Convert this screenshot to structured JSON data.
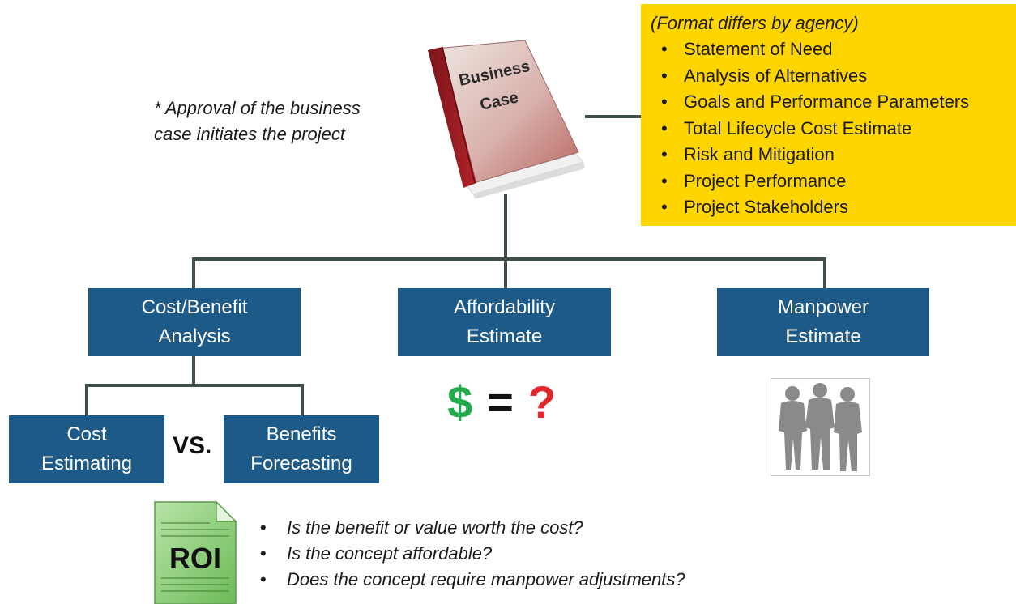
{
  "approval_note": {
    "line1": "* Approval of the business",
    "line2": "case initiates the project"
  },
  "business_case_book": {
    "line1": "Business",
    "line2": "Case"
  },
  "format_box": {
    "title": "(Format differs by agency)",
    "items": [
      "Statement of Need",
      "Analysis of Alternatives",
      "Goals and Performance Parameters",
      "Total Lifecycle Cost Estimate",
      "Risk and Mitigation",
      "Project Performance",
      "Project Stakeholders"
    ]
  },
  "nodes": {
    "cost_benefit": {
      "line1": "Cost/Benefit",
      "line2": "Analysis"
    },
    "affordability": {
      "line1": "Affordability",
      "line2": "Estimate"
    },
    "manpower": {
      "line1": "Manpower",
      "line2": "Estimate"
    },
    "cost_estimating": {
      "line1": "Cost",
      "line2": "Estimating"
    },
    "benefits_forecasting": {
      "line1": "Benefits",
      "line2": "Forecasting"
    }
  },
  "vs_label": "VS.",
  "affordability_equation": {
    "dollar": "$",
    "equals": "=",
    "question": "?"
  },
  "roi_label": "ROI",
  "questions": [
    "Is the benefit or value worth the cost?",
    "Is the concept affordable?",
    "Does the concept require manpower adjustments?"
  ],
  "colors": {
    "node_fill": "#1d5a87",
    "format_box_fill": "#ffd500",
    "connector": "#404e4e",
    "dollar": "#1fab4a",
    "question_mark": "#e3262b",
    "book_spine": "#b3232a",
    "roi_document": "#8fd07a"
  }
}
